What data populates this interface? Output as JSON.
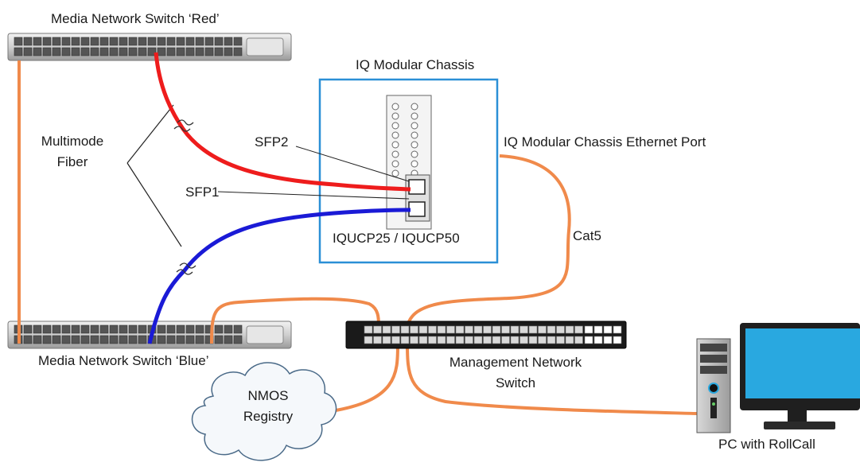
{
  "labels": {
    "switch_red": "Media Network Switch ‘Red’",
    "switch_blue": "Media Network Switch ‘Blue’",
    "chassis_title": "IQ Modular Chassis",
    "chassis_model": "IQUCP25 / IQUCP50",
    "ethernet_port": "IQ Modular Chassis Ethernet Port",
    "multimode_line1": "Multimode",
    "multimode_line2": "Fiber",
    "sfp2": "SFP2",
    "sfp1": "SFP1",
    "cat5": "Cat5",
    "mgmt_switch_line1": "Management Network",
    "mgmt_switch_line2": "Switch",
    "nmos_line1": "NMOS",
    "nmos_line2": "Registry",
    "pc": "PC with RollCall"
  },
  "colors": {
    "fiber_red": "#ee1c1c",
    "fiber_blue": "#1a1ad6",
    "copper": "#f08a4b",
    "chassis_border": "#2b8fd6",
    "monitor_screen": "#29a8e0"
  }
}
